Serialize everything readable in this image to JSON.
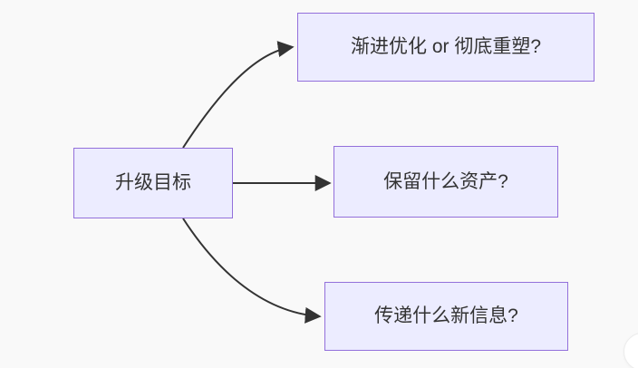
{
  "diagram": {
    "type": "flowchart",
    "direction": "left-to-right",
    "colors": {
      "canvas_background": "#f9f9f9",
      "node_fill": "#ECECFF",
      "node_border": "#9370DB",
      "edge_stroke": "#333333",
      "text_color": "#333333"
    },
    "nodes": {
      "main": {
        "label": "升级目标"
      },
      "branch1": {
        "label": "渐进优化 or 彻底重塑?"
      },
      "branch2": {
        "label": "保留什么资产?"
      },
      "branch3": {
        "label": "传递什么新信息?"
      }
    },
    "edges": [
      {
        "from": "main",
        "to": "branch1",
        "style": "curved-arrow"
      },
      {
        "from": "main",
        "to": "branch2",
        "style": "straight-arrow"
      },
      {
        "from": "main",
        "to": "branch3",
        "style": "curved-arrow"
      }
    ]
  }
}
